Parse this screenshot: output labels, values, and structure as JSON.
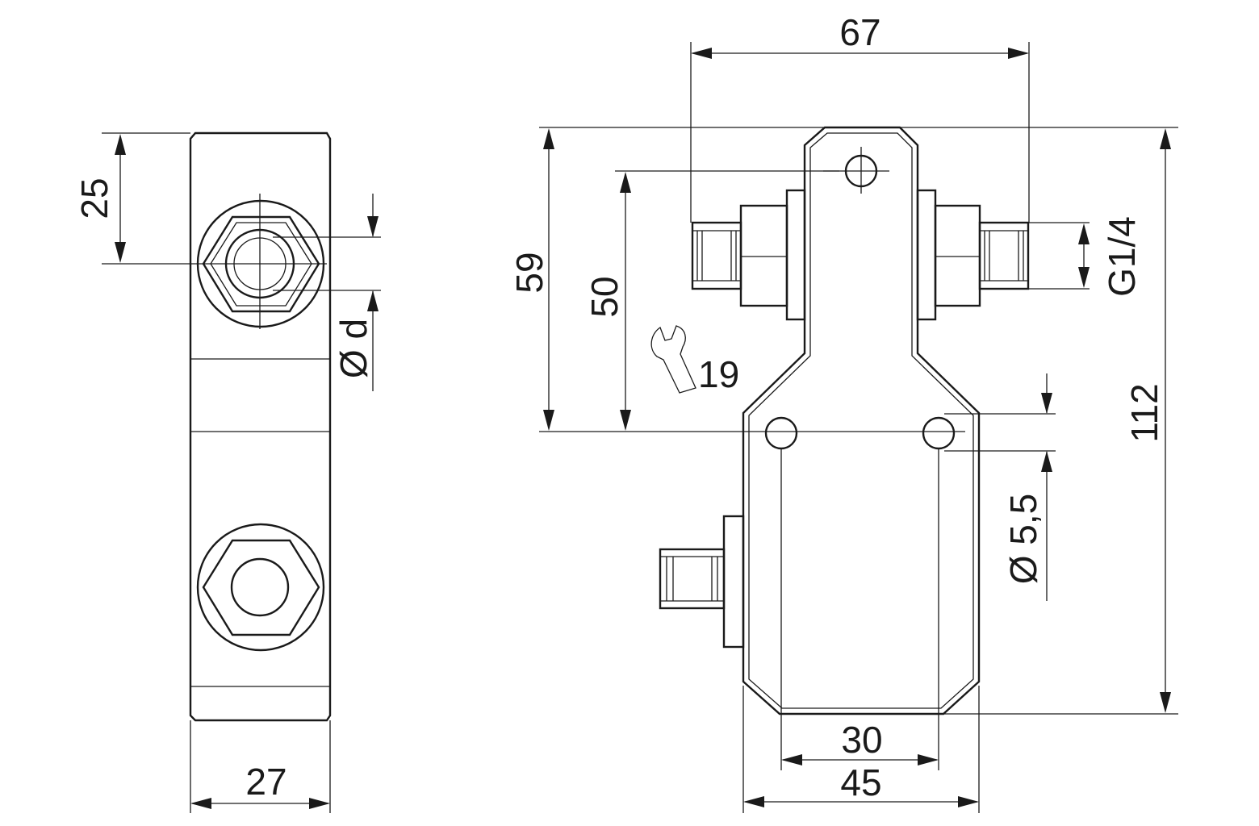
{
  "dimensions": {
    "side_width": "27",
    "side_offset": "25",
    "port_diameter": "Ø d",
    "total_width": "67",
    "total_height": "112",
    "hole_height": "59",
    "upper_hole_distance": "50",
    "thread_size": "G1/4",
    "hole_diameter": "Ø 5,5",
    "wrench_size": "19",
    "hole_spacing": "30",
    "base_width": "45"
  },
  "colors": {
    "line": "#1a1a1a",
    "background": "#ffffff"
  },
  "icons": {
    "wrench": "wrench-icon"
  }
}
